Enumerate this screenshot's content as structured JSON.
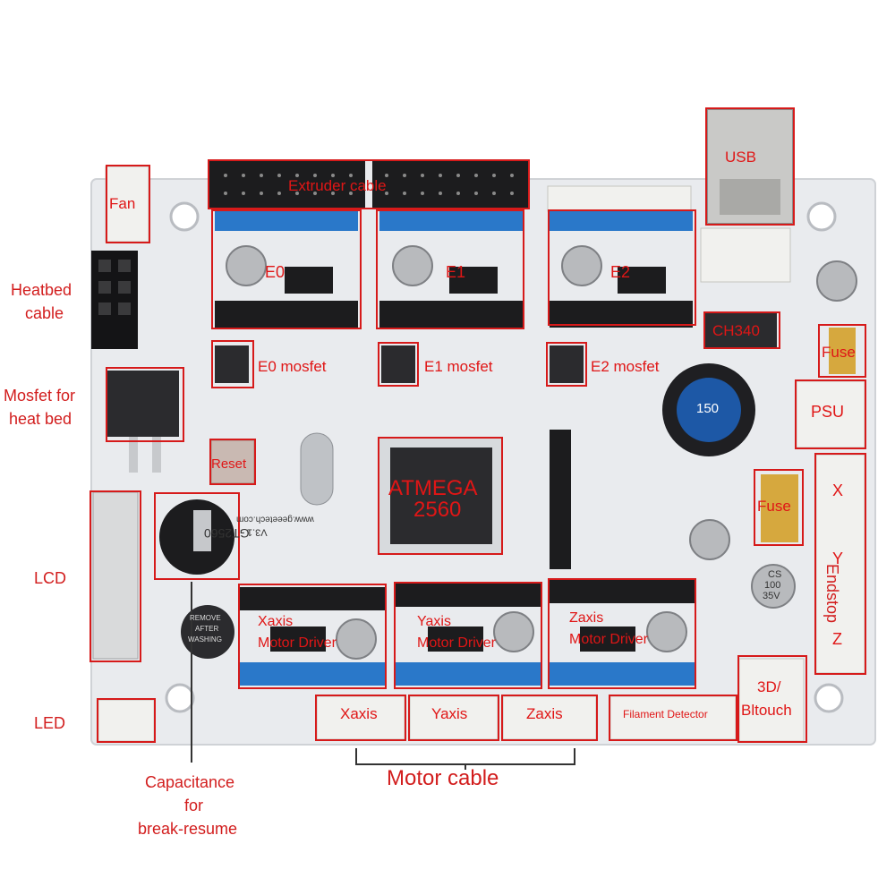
{
  "colors": {
    "annotation": "#d21d1d",
    "board": "#e9ebee",
    "header_blue": "#2a78c9",
    "connector_white": "#f1f1ee",
    "chip": "#2b2b2e"
  },
  "labels": {
    "fan": "Fan",
    "extruder_cable": "Extruder cable",
    "usb": "USB",
    "heatbed_cable_1": "Heatbed",
    "heatbed_cable_2": "cable",
    "e0": "E0",
    "e1": "E1",
    "e2": "E2",
    "ch340": "CH340",
    "fuse_top": "Fuse",
    "e0_mosfet": "E0 mosfet",
    "e1_mosfet": "E1 mosfet",
    "e2_mosfet": "E2 mosfet",
    "psu": "PSU",
    "mosfet_heatbed_1": "Mosfet for",
    "mosfet_heatbed_2": "heat bed",
    "reset": "Reset",
    "atmega_1": "ATMEGA",
    "atmega_2": "2560",
    "fuse_mid": "Fuse",
    "endstop_x": "X",
    "endstop_y": "Y",
    "endstop_z": "Z",
    "endstop": "Endstop",
    "lcd": "LCD",
    "xaxis_driver_1": "Xaxis",
    "xaxis_driver_2": "Motor Driver",
    "yaxis_driver_1": "Yaxis",
    "yaxis_driver_2": "Motor Driver",
    "zaxis_driver_1": "Zaxis",
    "zaxis_driver_2": "Motor Driver",
    "bltouch_1": "3D/",
    "bltouch_2": "Bltouch",
    "led": "LED",
    "xaxis_conn": "Xaxis",
    "yaxis_conn": "Yaxis",
    "zaxis_conn": "Zaxis",
    "filament_detector": "Filament Detector",
    "motor_cable": "Motor cable",
    "capacitance_1": "Capacitance",
    "capacitance_2": "for",
    "capacitance_3": "break-resume"
  },
  "silkscreen": {
    "model": "GT2560",
    "version": "V3.1",
    "website": "www.geeetech.com",
    "inductor": "150",
    "cap_cs": "CS",
    "cap_100": "100",
    "cap_35v": "35V",
    "buzzer_1": "REMOVE",
    "buzzer_2": "AFTER",
    "buzzer_3": "WASHING"
  }
}
